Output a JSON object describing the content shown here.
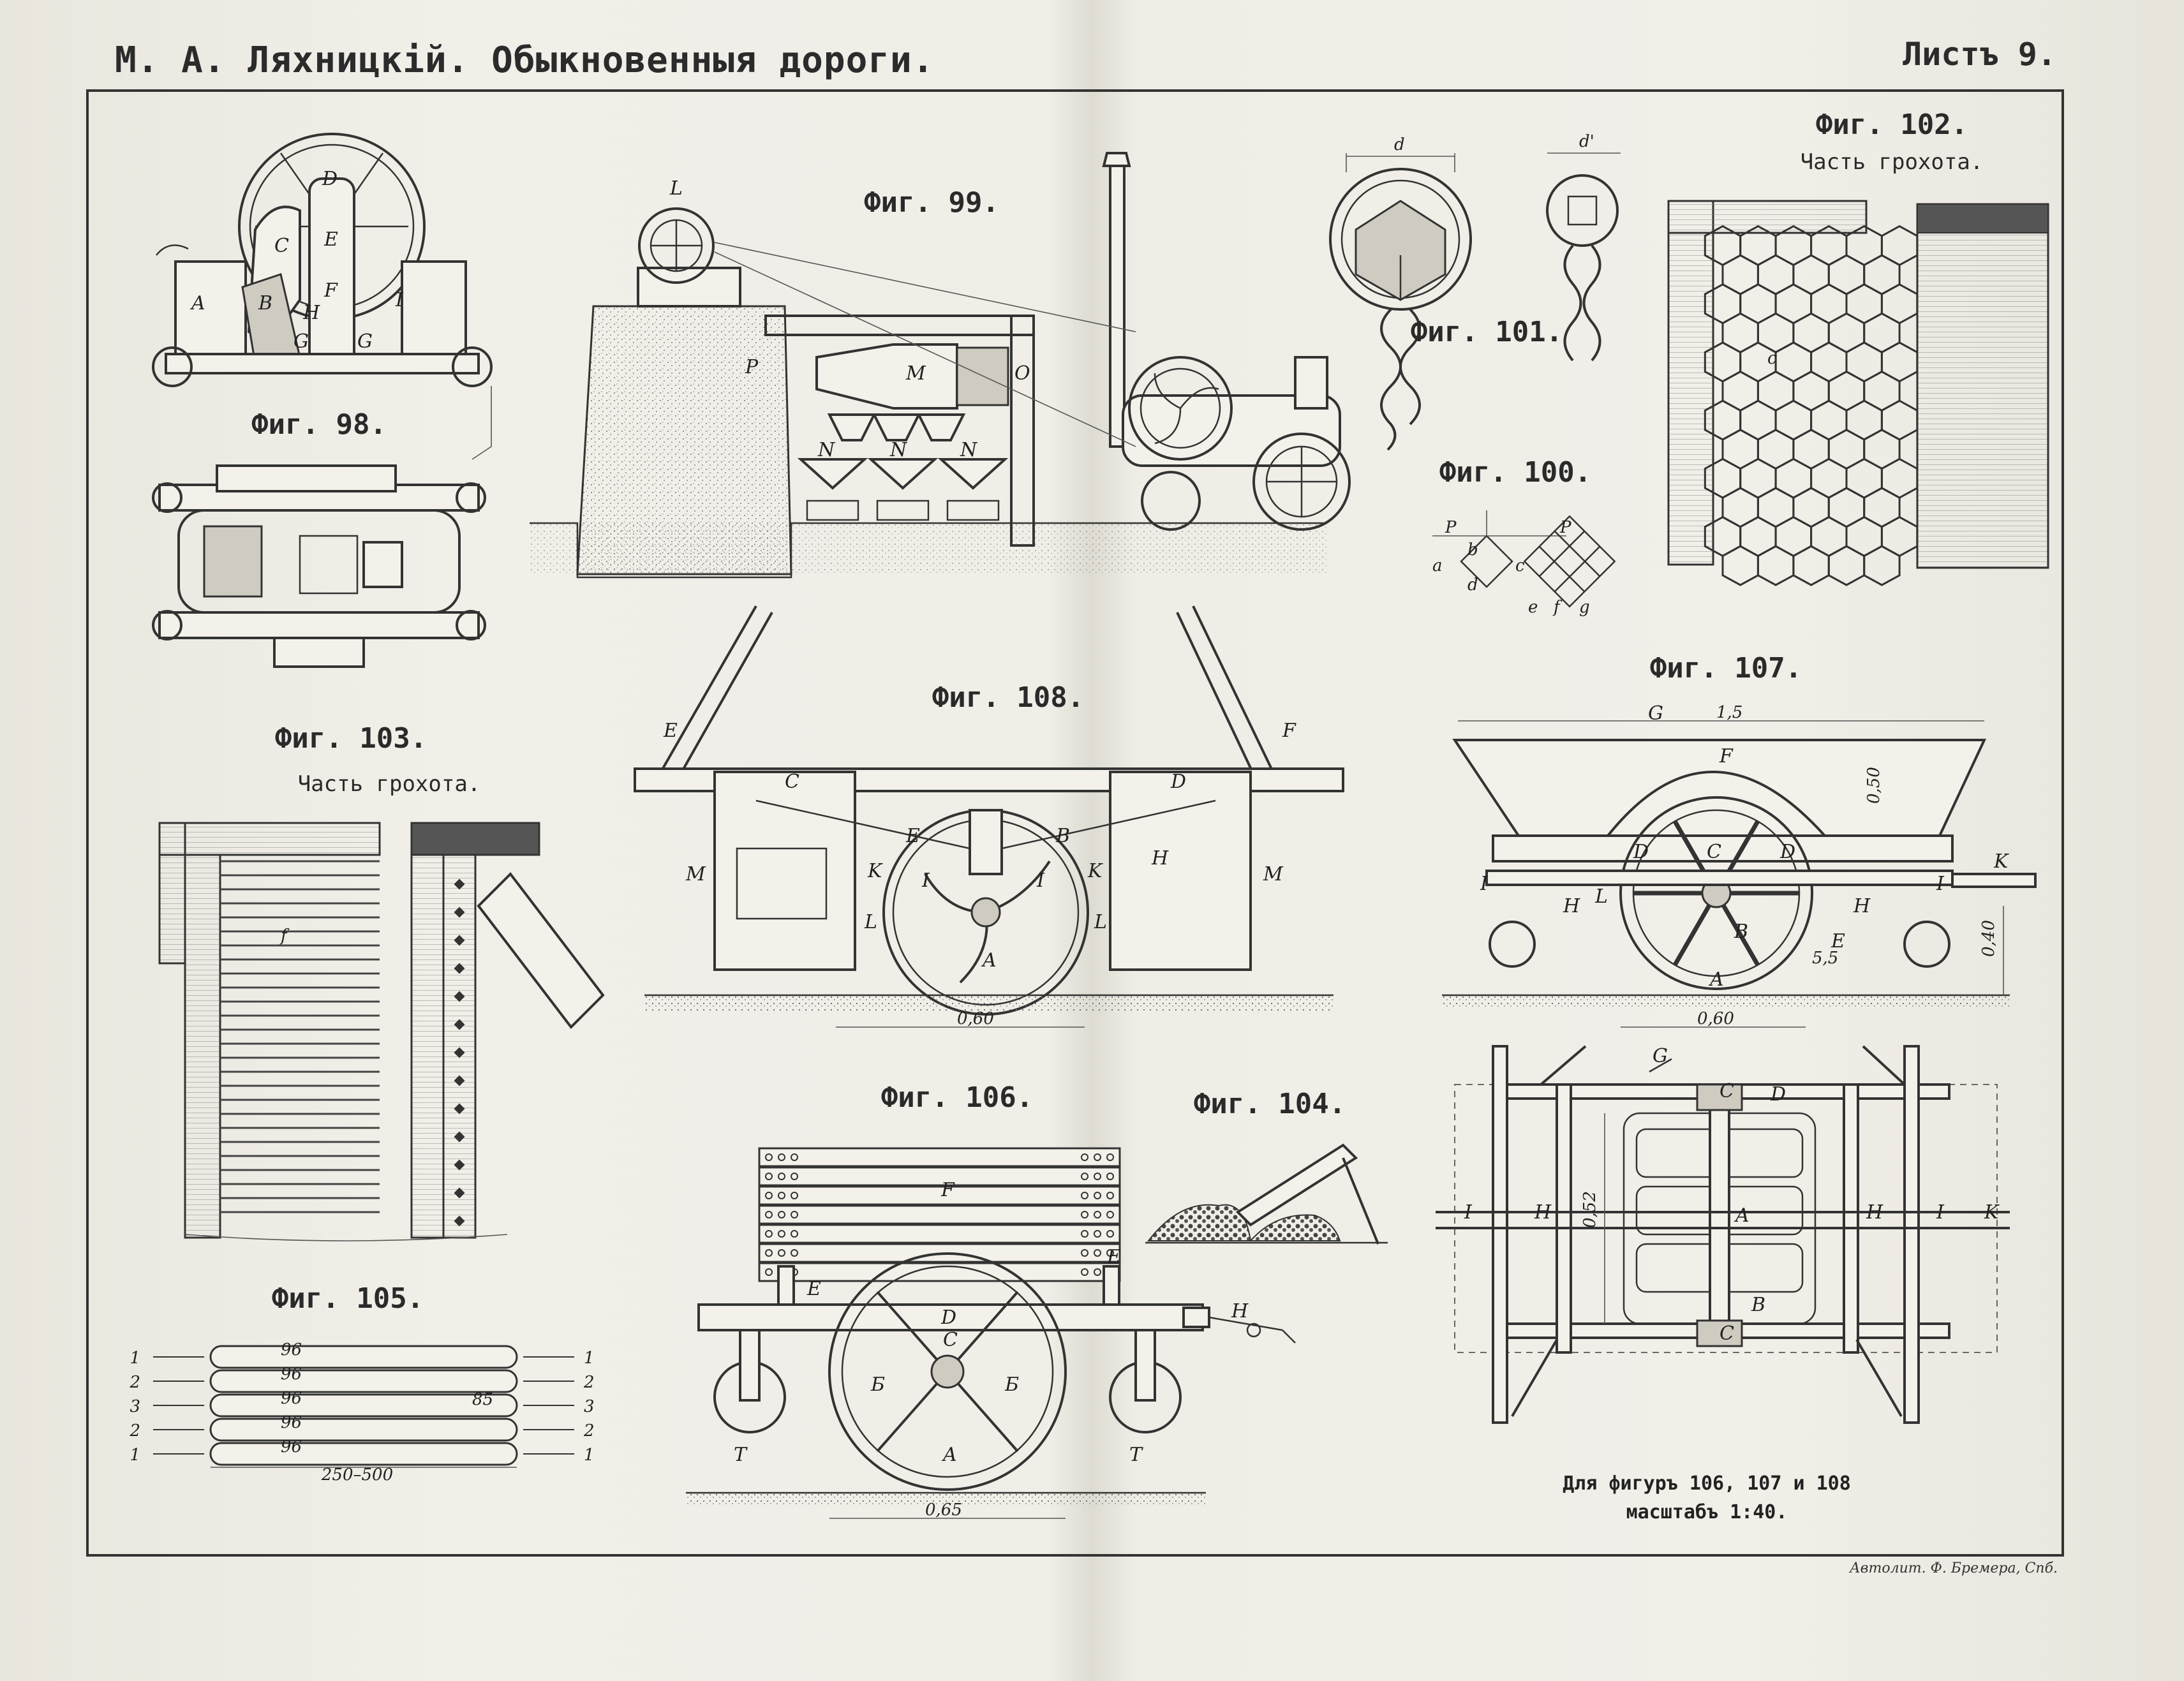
{
  "header": {
    "title": "М. А. Ляхницкій. Обыкновенныя дороги.",
    "sheet": "Листъ 9."
  },
  "figures": {
    "f98": "Фиг. 98.",
    "f99": "Фиг. 99.",
    "f100": "Фиг. 100.",
    "f101": "Фиг. 101.",
    "f102": "Фиг. 102.",
    "f102_sub": "Часть грохота.",
    "f103": "Фиг. 103.",
    "f103_sub": "Часть грохота.",
    "f104": "Фиг. 104.",
    "f105": "Фиг. 105.",
    "f106": "Фиг. 106.",
    "f107": "Фиг. 107.",
    "f108": "Фиг. 108."
  },
  "letters": {
    "f98": [
      "D",
      "C",
      "E",
      "A",
      "B",
      "F",
      "H",
      "I",
      "G",
      "G"
    ],
    "f99": [
      "L",
      "P",
      "M",
      "O",
      "N",
      "N",
      "N"
    ],
    "f100": [
      "P",
      "P",
      "a",
      "b",
      "c",
      "d",
      "e",
      "f",
      "g"
    ],
    "f101": [
      "d",
      "d'"
    ],
    "f102": [
      "c"
    ],
    "f103": [
      "f"
    ],
    "f106": [
      "F",
      "E",
      "E",
      "D",
      "C",
      "Б",
      "Б",
      "A",
      "T",
      "T",
      "H"
    ],
    "f107": [
      "G",
      "F",
      "D",
      "D",
      "C",
      "I",
      "I",
      "H",
      "H",
      "L",
      "K",
      "B",
      "E",
      "A"
    ],
    "f107plan": [
      "G",
      "C",
      "D",
      "I",
      "H",
      "A",
      "B",
      "C",
      "H",
      "I",
      "K"
    ],
    "f108": [
      "E",
      "F",
      "C",
      "D",
      "E",
      "B",
      "K",
      "I",
      "I",
      "K",
      "H",
      "M",
      "M",
      "L",
      "L",
      "A"
    ]
  },
  "dimensions": {
    "f105_spacings": [
      "96",
      "96",
      "96",
      "96",
      "96"
    ],
    "f105_right": "85",
    "f105_span": "250–500",
    "f105_arrow_numbers_left": [
      "1",
      "2",
      "3",
      "2",
      "1"
    ],
    "f105_arrow_numbers_right": [
      "1",
      "2",
      "3",
      "2",
      "1"
    ],
    "f106_gauge": "0,65",
    "f107_top": "1,5",
    "f107_height": "0,50",
    "f107_side": "0,40",
    "f107_gauge": "0,60",
    "f107_frac": "5,5",
    "f107_plan_width": "0,52",
    "f108_gauge": "0,60"
  },
  "notes": {
    "scale_line1": "Для фигуръ 106, 107 и 108",
    "scale_line2": "масштабъ 1:40.",
    "credit": "Автолит. Ф. Бремера, Спб."
  }
}
